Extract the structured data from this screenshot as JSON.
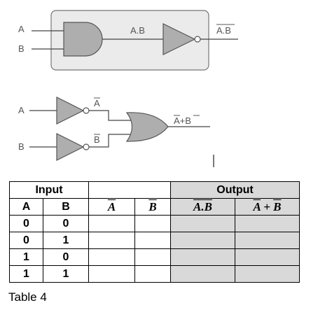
{
  "circuit1": {
    "input_a": "A",
    "input_b": "B",
    "and_output": "A.B",
    "nand_output": "A.B"
  },
  "circuit2": {
    "input_a": "A",
    "input_b": "B",
    "not_a": "A",
    "not_b": "B",
    "or_output_a": "A",
    "or_output_plus": "+",
    "or_output_b": "B"
  },
  "table": {
    "group_input": "Input",
    "group_output": "Output",
    "col_a": "A",
    "col_b": "B",
    "col_not_a": "A",
    "col_not_b": "B",
    "col_nand_l": "A",
    "col_nand_dot": ".",
    "col_nand_r": "B",
    "col_or_l": "A",
    "col_or_plus": " + ",
    "col_or_r": "B",
    "rows": [
      {
        "a": "0",
        "b": "0"
      },
      {
        "a": "0",
        "b": "1"
      },
      {
        "a": "1",
        "b": "0"
      },
      {
        "a": "1",
        "b": "1"
      }
    ]
  },
  "caption": "Table 4"
}
